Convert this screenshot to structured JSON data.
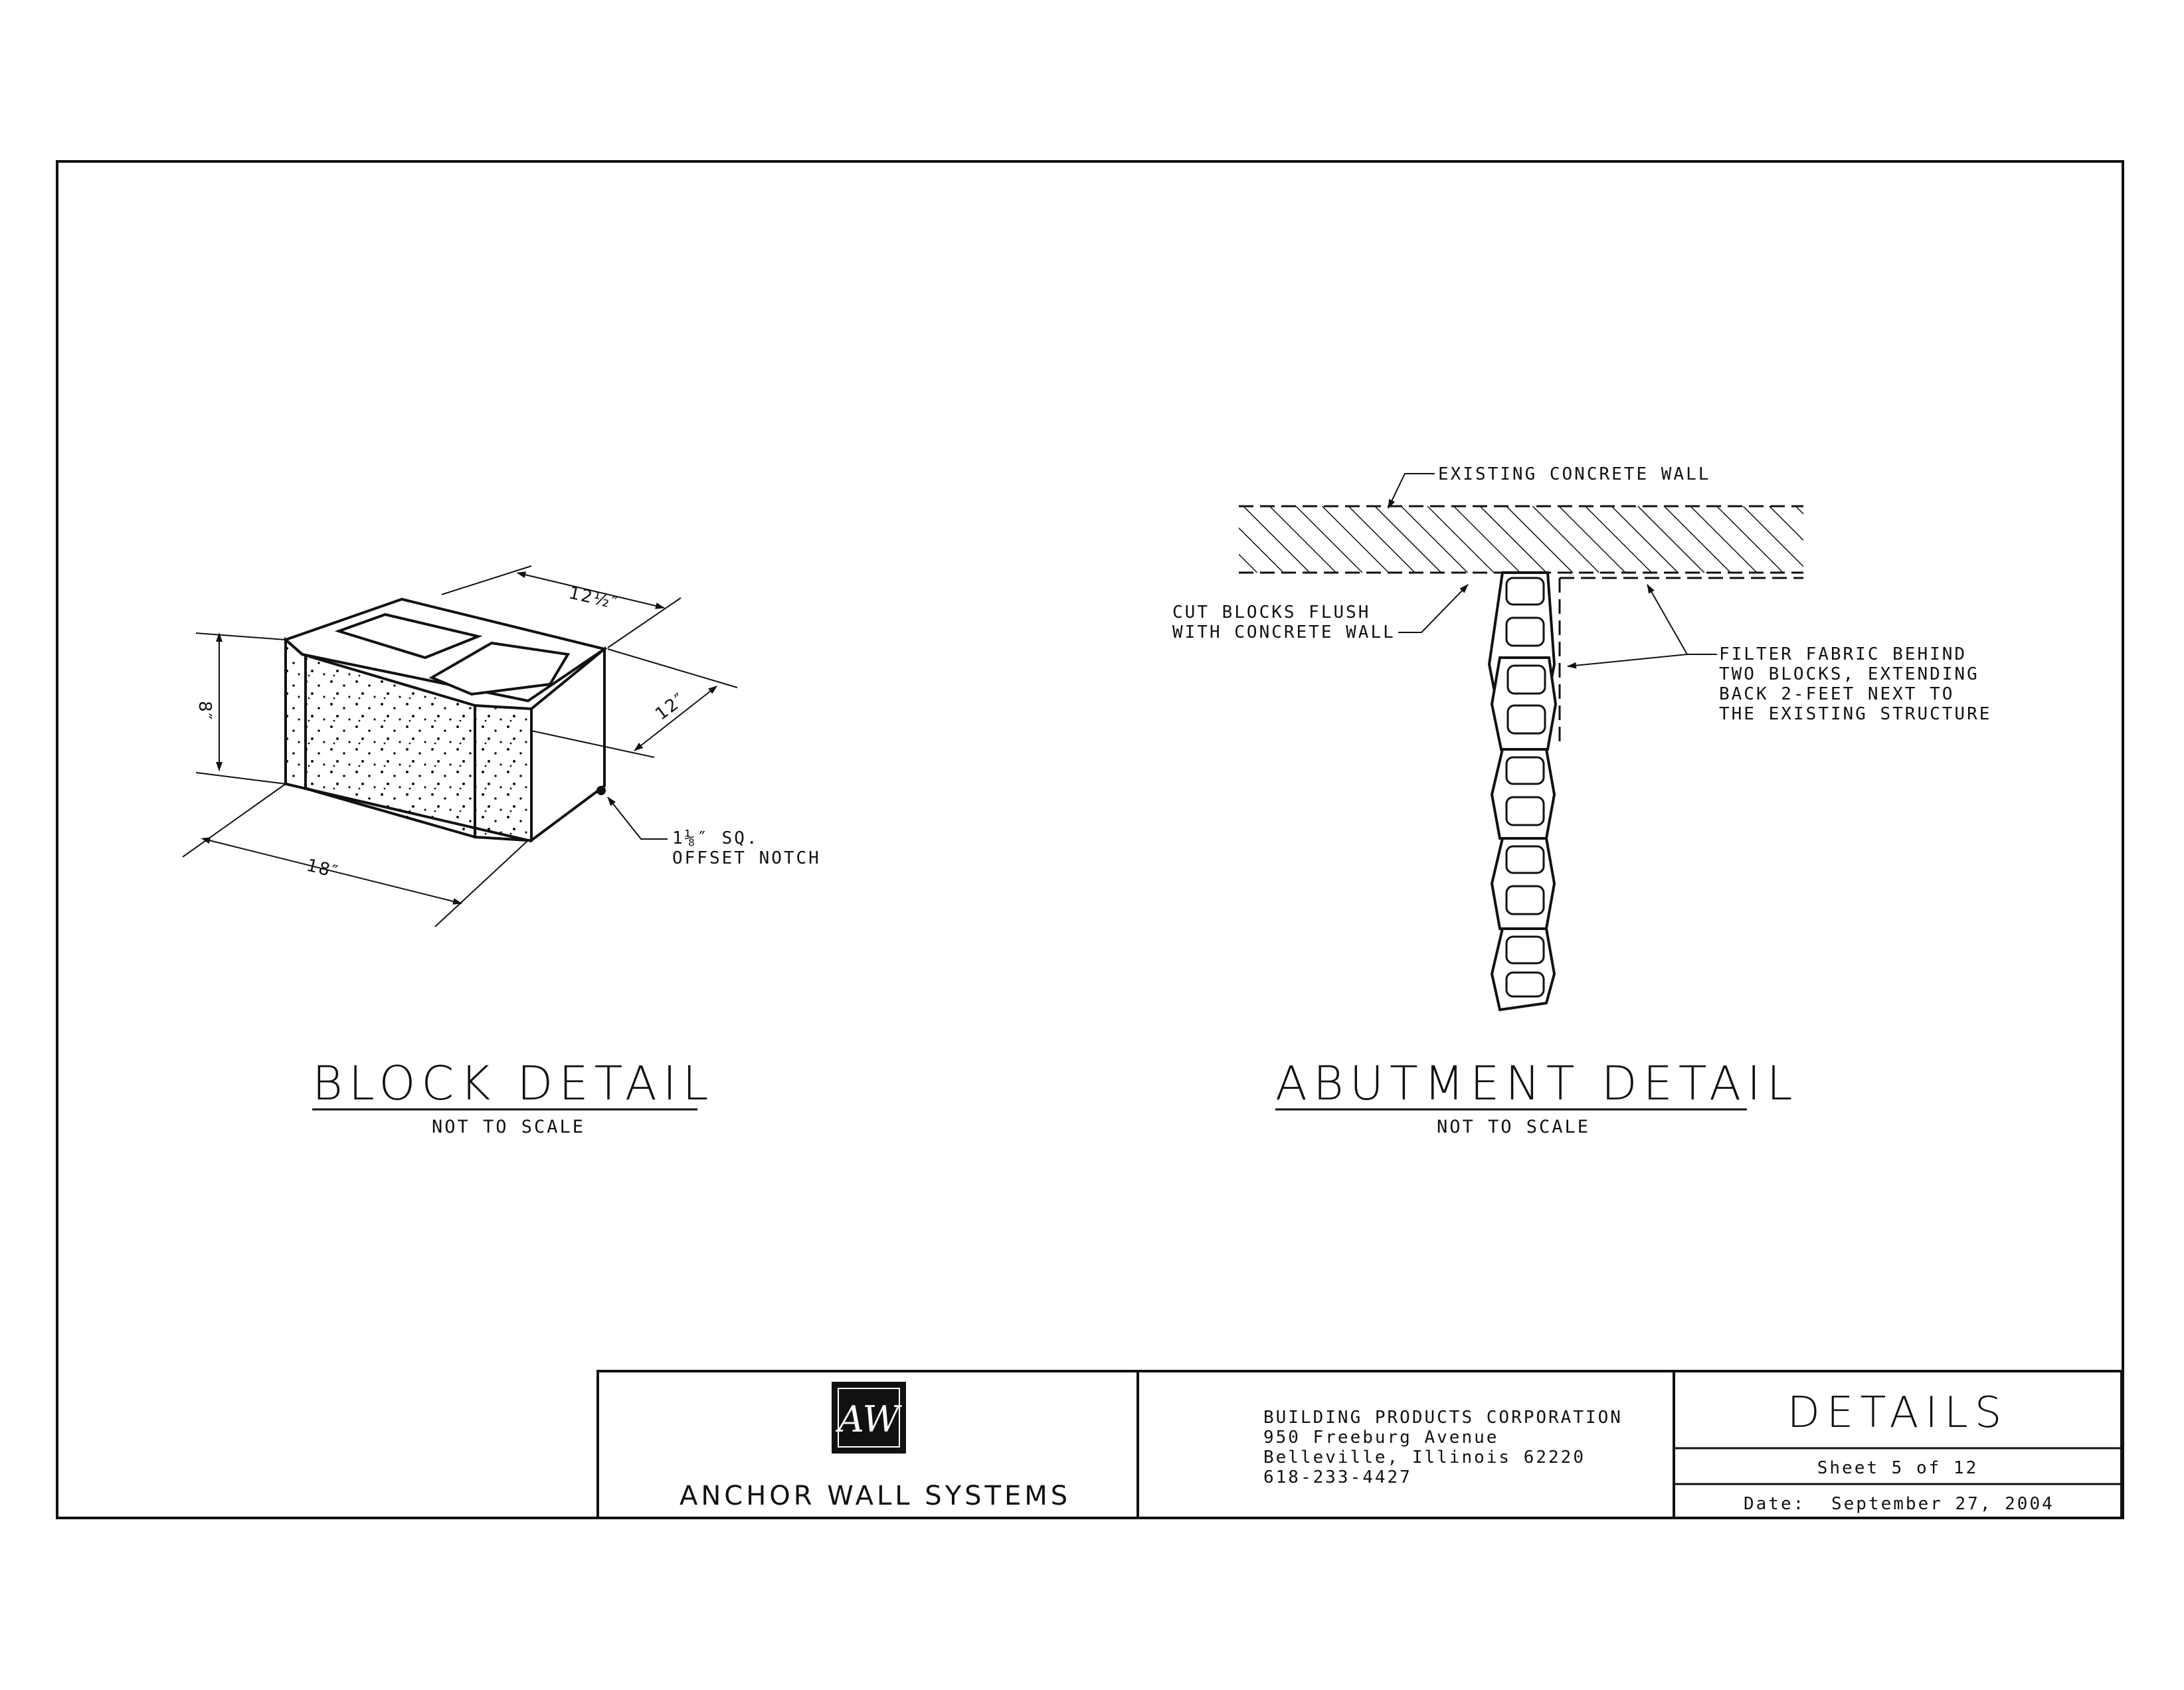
{
  "block_detail": {
    "title": "BLOCK DETAIL",
    "scale_note": "NOT TO SCALE",
    "dim_top": "12½″",
    "dim_side": "12″",
    "dim_height": "8″",
    "dim_length": "18″",
    "notch_line1": "1⅛″ SQ.",
    "notch_line2": "OFFSET NOTCH"
  },
  "abutment_detail": {
    "title": "ABUTMENT DETAIL",
    "scale_note": "NOT TO SCALE",
    "existing_wall_label": "EXISTING CONCRETE WALL",
    "cut_blocks_line1": "CUT BLOCKS FLUSH",
    "cut_blocks_line2": "WITH CONCRETE WALL",
    "fabric_line1": "FILTER FABRIC BEHIND",
    "fabric_line2": "TWO BLOCKS, EXTENDING",
    "fabric_line3": "BACK 2-FEET NEXT TO",
    "fabric_line4": "THE EXISTING STRUCTURE"
  },
  "title_block": {
    "company": "ANCHOR WALL SYSTEMS",
    "logo_letters": "AW",
    "address_line1": "BUILDING PRODUCTS CORPORATION",
    "address_line2": "950 Freeburg Avenue",
    "address_line3": "Belleville, Illinois 62220",
    "address_line4": "618-233-4427",
    "sheet_title": "DETAILS",
    "sheet_number": "Sheet 5 of 12",
    "date_label": "Date:",
    "date_value": "September 27, 2004"
  }
}
